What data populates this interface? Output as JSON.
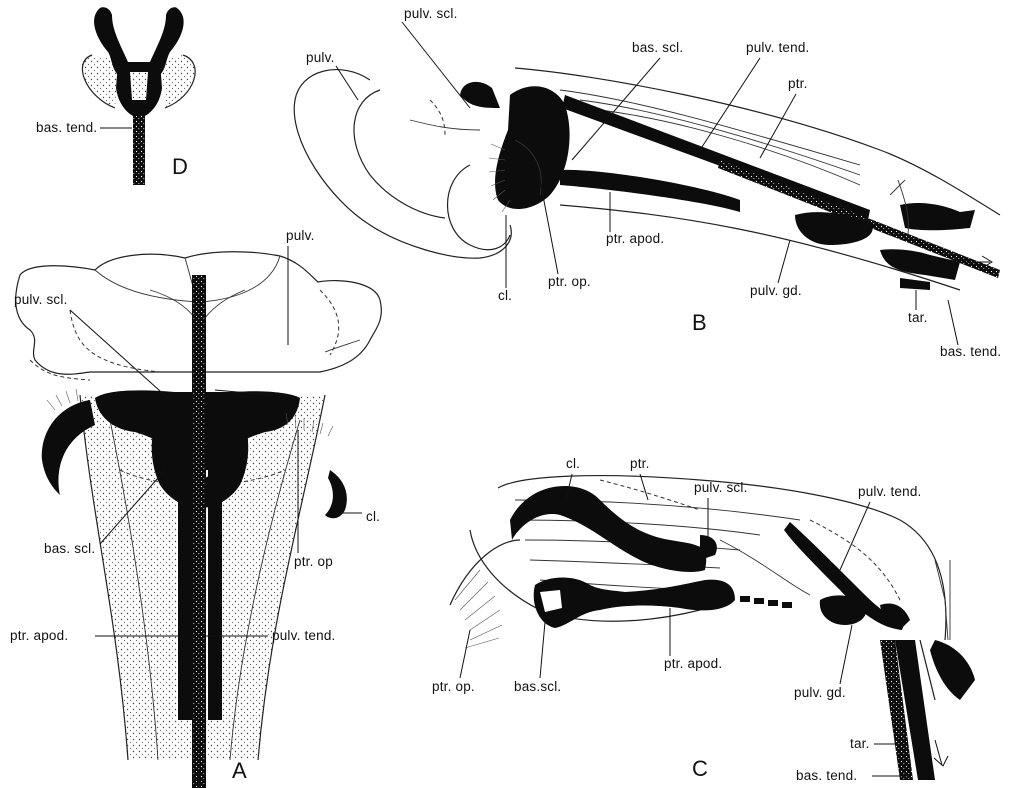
{
  "labels": {
    "A": {
      "panel": "A",
      "pulv": "pulv.",
      "pulv_scl": "pulv. scl.",
      "cl": "cl.",
      "bas_scl": "bas. scl.",
      "ptr_op": "ptr. op",
      "ptr_apod": "ptr. apod.",
      "pulv_tend": "pulv. tend."
    },
    "B": {
      "panel": "B",
      "pulv_scl": "pulv. scl.",
      "pulv": "pulv.",
      "bas_scl": "bas. scl.",
      "pulv_tend": "pulv. tend.",
      "ptr": "ptr.",
      "ptr_apod": "ptr. apod.",
      "ptr_op": "ptr. op.",
      "cl": "cl.",
      "pulv_gd": "pulv. gd.",
      "tar": "tar.",
      "bas_tend": "bas. tend."
    },
    "C": {
      "panel": "C",
      "cl": "cl.",
      "ptr": "ptr.",
      "pulv_scl": "pulv. scl.",
      "pulv_tend": "pulv. tend.",
      "ptr_op": "ptr. op.",
      "bas_scl": "bas.scl.",
      "ptr_apod": "ptr. apod.",
      "pulv_gd": "pulv. gd.",
      "tar": "tar.",
      "bas_tend": "bas. tend."
    },
    "D": {
      "panel": "D",
      "bas_tend": "bas. tend."
    }
  },
  "colors": {
    "ink": "#0c0c0c",
    "paper": "#ffffff"
  }
}
